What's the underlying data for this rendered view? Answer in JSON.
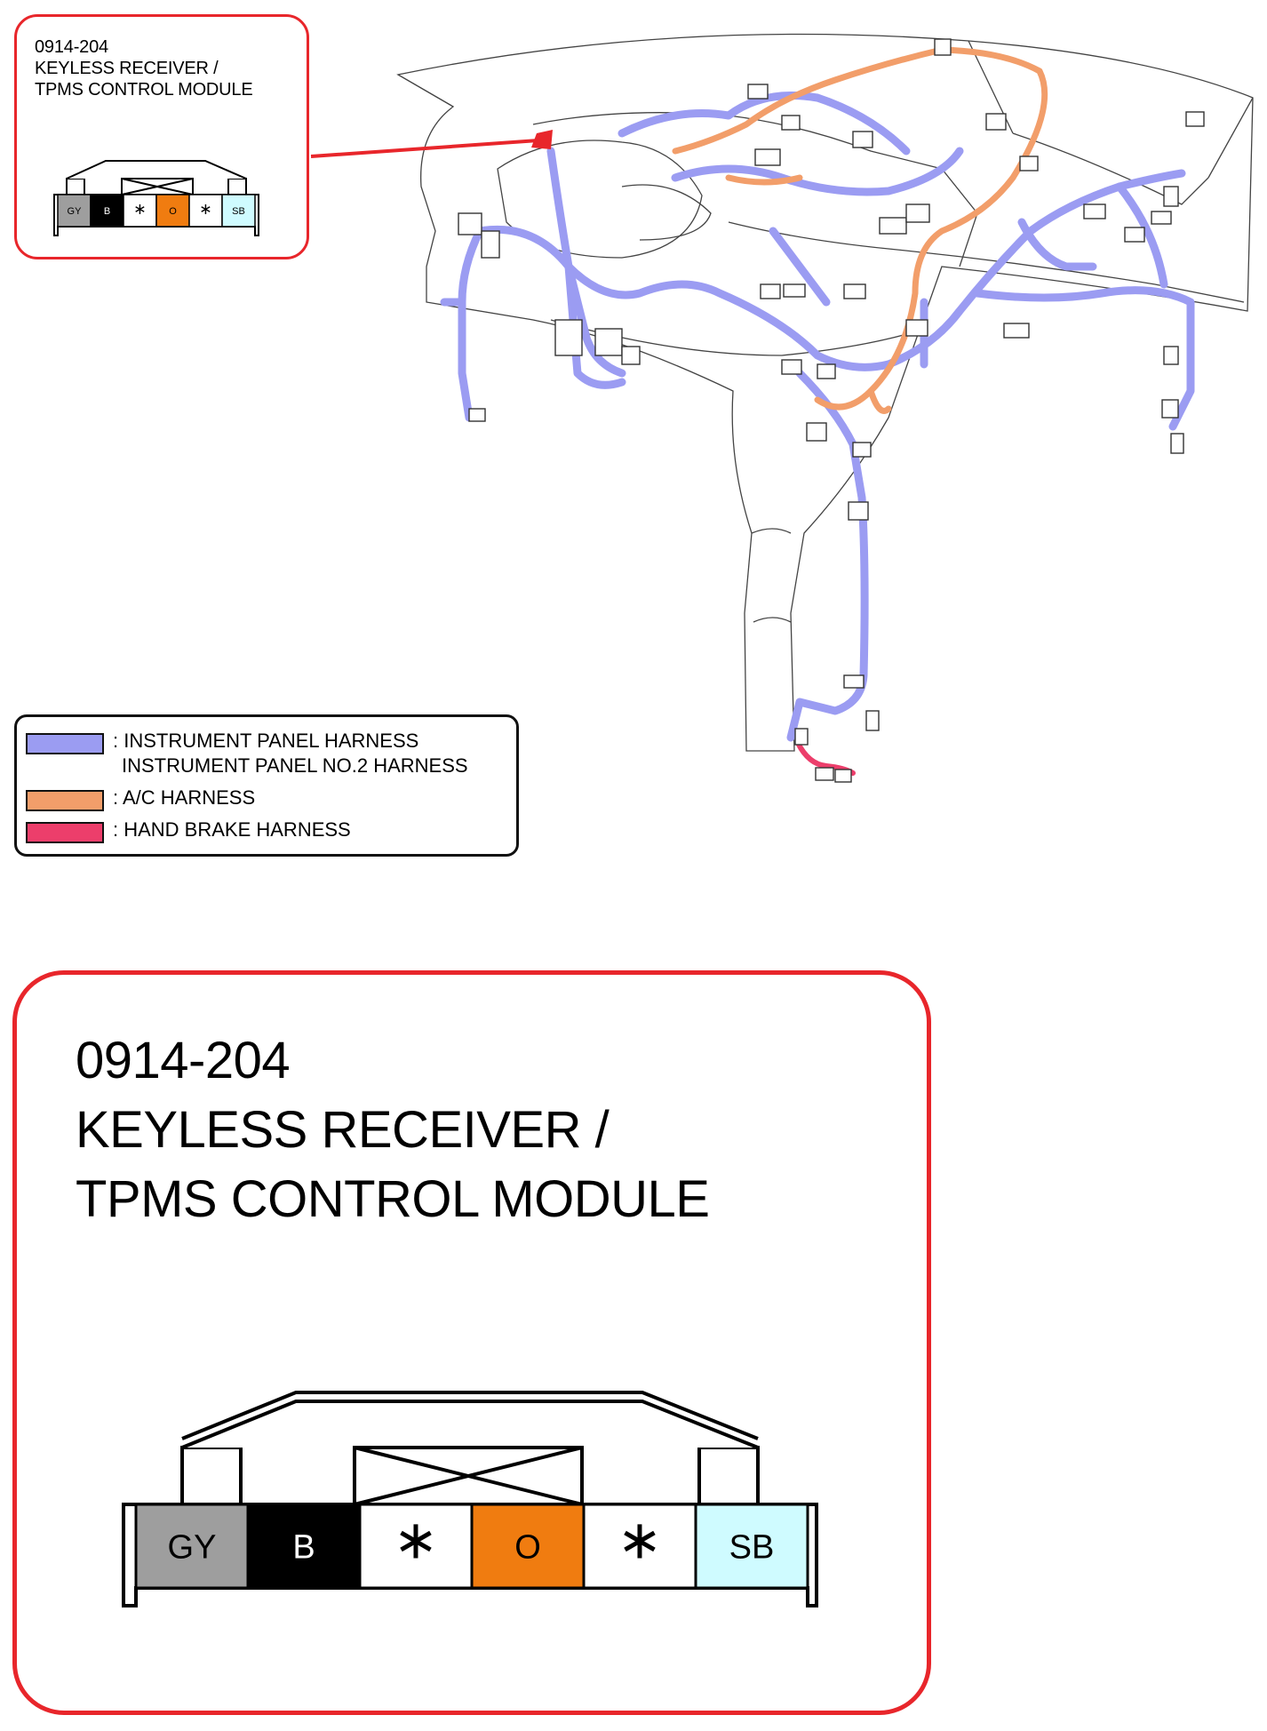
{
  "connector": {
    "code": "0914-204",
    "name_line1": "KEYLESS RECEIVER /",
    "name_line2": "TPMS CONTROL MODULE",
    "small_name_line2": "TPMS CONTROL MODULE",
    "pins": [
      {
        "label": "GY",
        "fill": "#9e9e9e",
        "text_color": "#000000"
      },
      {
        "label": "B",
        "fill": "#000000",
        "text_color": "#ffffff"
      },
      {
        "label": "∗",
        "fill": "#ffffff",
        "text_color": "#000000"
      },
      {
        "label": "O",
        "fill": "#f07c10",
        "text_color": "#000000"
      },
      {
        "label": "∗",
        "fill": "#ffffff",
        "text_color": "#000000"
      },
      {
        "label": "SB",
        "fill": "#cffbff",
        "text_color": "#000000"
      }
    ]
  },
  "legend": {
    "items": [
      {
        "line1": ": INSTRUMENT PANEL HARNESS",
        "line2": "INSTRUMENT PANEL NO.2 HARNESS",
        "color": "#9b9cf2"
      },
      {
        "line1": ": A/C HARNESS",
        "color": "#f29e6a"
      },
      {
        "line1": ": HAND BRAKE HARNESS",
        "color": "#ec3e6b"
      }
    ]
  },
  "colors": {
    "callout_border": "#e8262b",
    "instrument_harness": "#9b9cf2",
    "ac_harness": "#f29e6a",
    "hand_brake_harness": "#ec3e6b"
  }
}
